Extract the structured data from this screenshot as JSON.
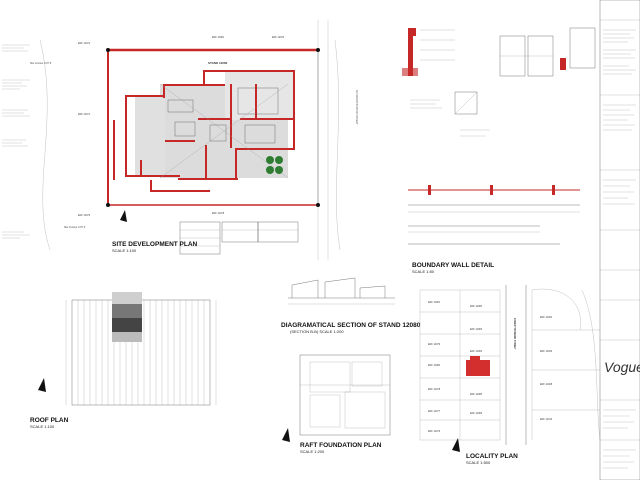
{
  "drawing": {
    "site_plan": {
      "title": "SITE DEVELOPMENT PLAN",
      "scale": "SCALE 1:100",
      "stand": "STAND 12080",
      "erf_labels": [
        "ERF 12072",
        "ERF 12081",
        "ERF 12071",
        "ERF 12079",
        "ERF 12078",
        "ERF 12070"
      ],
      "contour_labels": [
        "Site Contour 1477.5",
        "Site Contour 1477.0"
      ],
      "street": "Mt FOREST BUSHIRD STREET"
    },
    "boundary_wall": {
      "title": "BOUNDARY WALL DETAIL",
      "scale": "SCALE 1:50"
    },
    "section": {
      "title": "DIAGRAMATICAL SECTION OF STAND 12080",
      "subtitle": "(SECTION B-B) SCALE 1:200"
    },
    "roof_plan": {
      "title": "ROOF PLAN",
      "scale": "SCALE 1:100"
    },
    "raft_plan": {
      "title": "RAFT FOUNDATION PLAN",
      "scale": "SCALE 1:200"
    },
    "locality_plan": {
      "title": "LOCALITY PLAN",
      "scale": "SCALE 1:500",
      "street": "FOREST BUSHIRD STREET",
      "erf_labels": [
        "ERF 12081",
        "ERF 12082",
        "ERF 12080",
        "ERF 12083",
        "ERF 12079",
        "ERF 12084",
        "ERF 12078",
        "ERF 12085",
        "ERF 12077",
        "ERF 12086",
        "ERF 12076"
      ],
      "right_erfs": [
        "ERF 12000",
        "ERF 12006",
        "ERF 12008",
        "ERF 12016"
      ]
    },
    "title_block": {
      "signature": "Vogue"
    }
  },
  "colors": {
    "wall_red": "#c62828",
    "line": "#555555",
    "tree": "#2e7d32"
  }
}
